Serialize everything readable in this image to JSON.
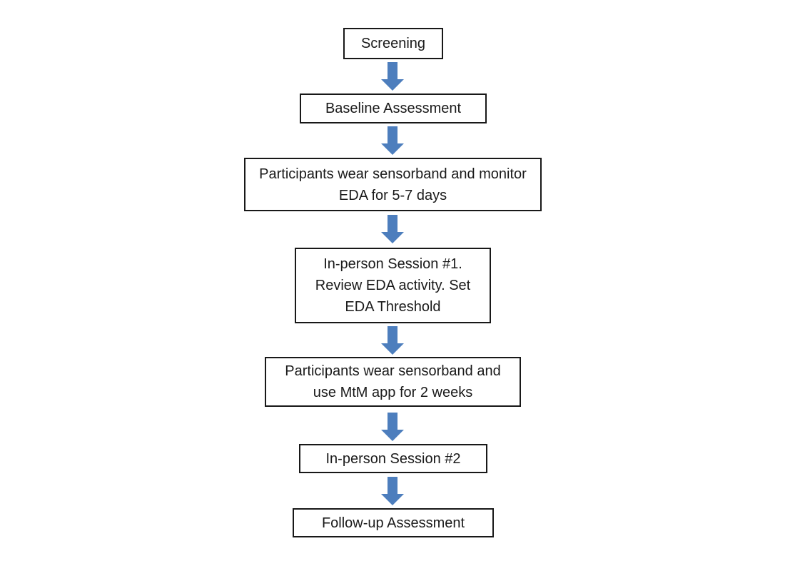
{
  "diagram": {
    "type": "flowchart",
    "direction": "top-to-bottom",
    "steps": [
      {
        "id": "screening",
        "label": "Screening"
      },
      {
        "id": "baseline-assessment",
        "label": "Baseline Assessment"
      },
      {
        "id": "wear-sensorband-eda",
        "label": "Participants wear sensorband and monitor\nEDA for 5-7 days"
      },
      {
        "id": "in-person-session-1",
        "label": "In-person Session #1.\nReview EDA activity. Set\nEDA Threshold"
      },
      {
        "id": "wear-sensorband-mtm",
        "label": "Participants wear sensorband and\nuse MtM app for 2 weeks"
      },
      {
        "id": "in-person-session-2",
        "label": "In-person Session #2"
      },
      {
        "id": "follow-up-assessment",
        "label": "Follow-up Assessment"
      }
    ],
    "connectors": {
      "count": 6,
      "shape": "block-arrow-down"
    },
    "colors": {
      "arrow_fill": "#4d7ebd",
      "box_border": "#181818",
      "box_fill": "#ffffff",
      "text": "#1a1a1a",
      "background": "#ffffff"
    }
  }
}
